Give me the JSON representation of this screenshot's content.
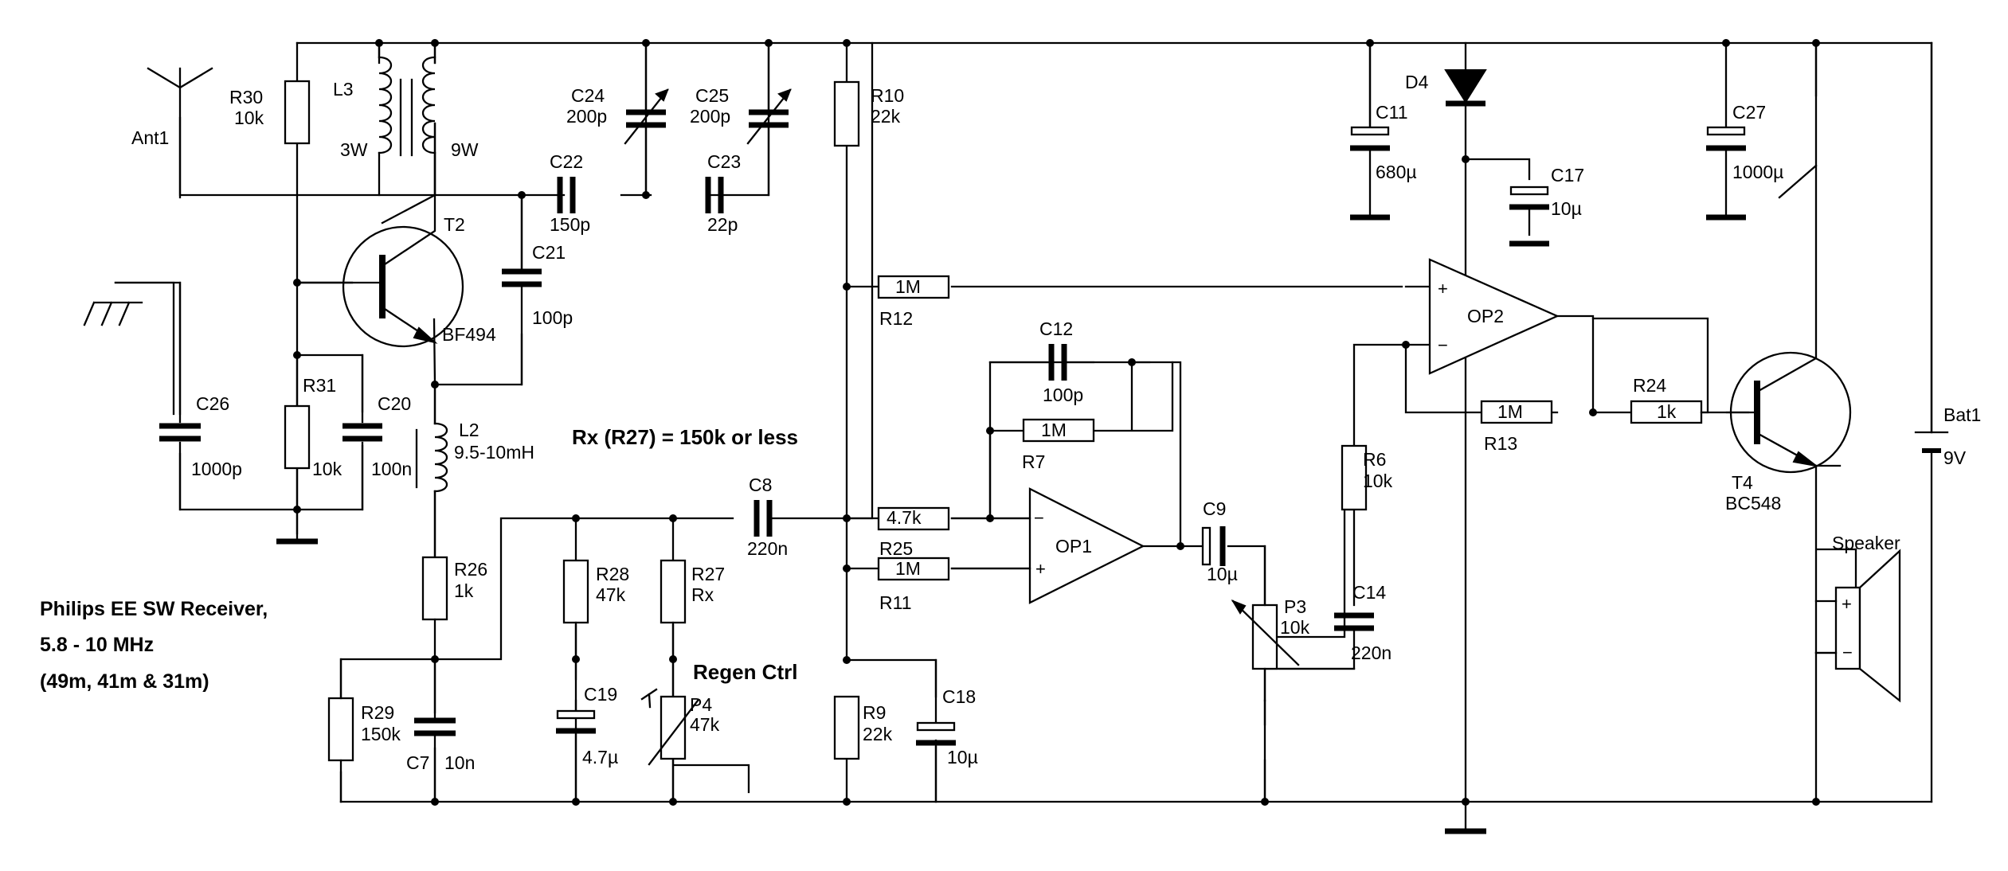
{
  "title": {
    "line1": "Philips EE SW Receiver,",
    "line2": "5.8 - 10 MHz",
    "line3": "(49m, 41m & 31m)"
  },
  "notes": {
    "rx": "Rx (R27) = 150k or less",
    "regen": "Regen Ctrl"
  },
  "components": {
    "ant1": {
      "name": "Ant1"
    },
    "r30": {
      "name": "R30",
      "value": "10k"
    },
    "l3": {
      "name": "L3",
      "primary": "3W",
      "secondary": "9W"
    },
    "c24": {
      "name": "C24",
      "value": "200p"
    },
    "c25": {
      "name": "C25",
      "value": "200p"
    },
    "c22": {
      "name": "C22",
      "value": "150p"
    },
    "c23": {
      "name": "C23",
      "value": "22p"
    },
    "t2": {
      "name": "T2",
      "type": "BF494"
    },
    "c21": {
      "name": "C21",
      "value": "100p"
    },
    "c26": {
      "name": "C26",
      "value": "1000p"
    },
    "r31": {
      "name": "R31",
      "value": "10k"
    },
    "c20": {
      "name": "C20",
      "value": "100n"
    },
    "l2": {
      "name": "L2",
      "value": "9.5-10mH"
    },
    "r26": {
      "name": "R26",
      "value": "1k"
    },
    "r29": {
      "name": "R29",
      "value": "150k"
    },
    "c7": {
      "name": "C7",
      "value": "10n"
    },
    "r28": {
      "name": "R28",
      "value": "47k"
    },
    "r27": {
      "name": "R27",
      "value": "Rx"
    },
    "c19": {
      "name": "C19",
      "value": "4.7µ"
    },
    "p4": {
      "name": "P4",
      "value": "47k"
    },
    "c8": {
      "name": "C8",
      "value": "220n"
    },
    "r10": {
      "name": "R10",
      "value": "22k"
    },
    "r12": {
      "name": "R12",
      "value": "1M"
    },
    "r9": {
      "name": "R9",
      "value": "22k"
    },
    "c18": {
      "name": "C18",
      "value": "10µ"
    },
    "r25": {
      "name": "R25",
      "value": "4.7k"
    },
    "r11": {
      "name": "R11",
      "value": "1M"
    },
    "c12": {
      "name": "C12",
      "value": "100p"
    },
    "r7": {
      "name": "R7",
      "value": "1M"
    },
    "op1": {
      "name": "OP1",
      "minus": "−",
      "plus": "+"
    },
    "c9": {
      "name": "C9",
      "value": "10µ"
    },
    "p3": {
      "name": "P3",
      "value": "10k"
    },
    "r6": {
      "name": "R6",
      "value": "10k"
    },
    "c14": {
      "name": "C14",
      "value": "220n"
    },
    "c11": {
      "name": "C11",
      "value": "680µ"
    },
    "d4": {
      "name": "D4"
    },
    "c17": {
      "name": "C17",
      "value": "10µ"
    },
    "op2": {
      "name": "OP2",
      "minus": "−",
      "plus": "+"
    },
    "r13": {
      "name": "R13",
      "value": "1M"
    },
    "c27": {
      "name": "C27",
      "value": "1000µ"
    },
    "r24": {
      "name": "R24",
      "value": "1k"
    },
    "t4": {
      "name": "T4",
      "type": "BC548"
    },
    "speaker": {
      "name": "Speaker",
      "plus": "+",
      "minus": "−"
    },
    "bat1": {
      "name": "Bat1",
      "value": "9V"
    }
  }
}
